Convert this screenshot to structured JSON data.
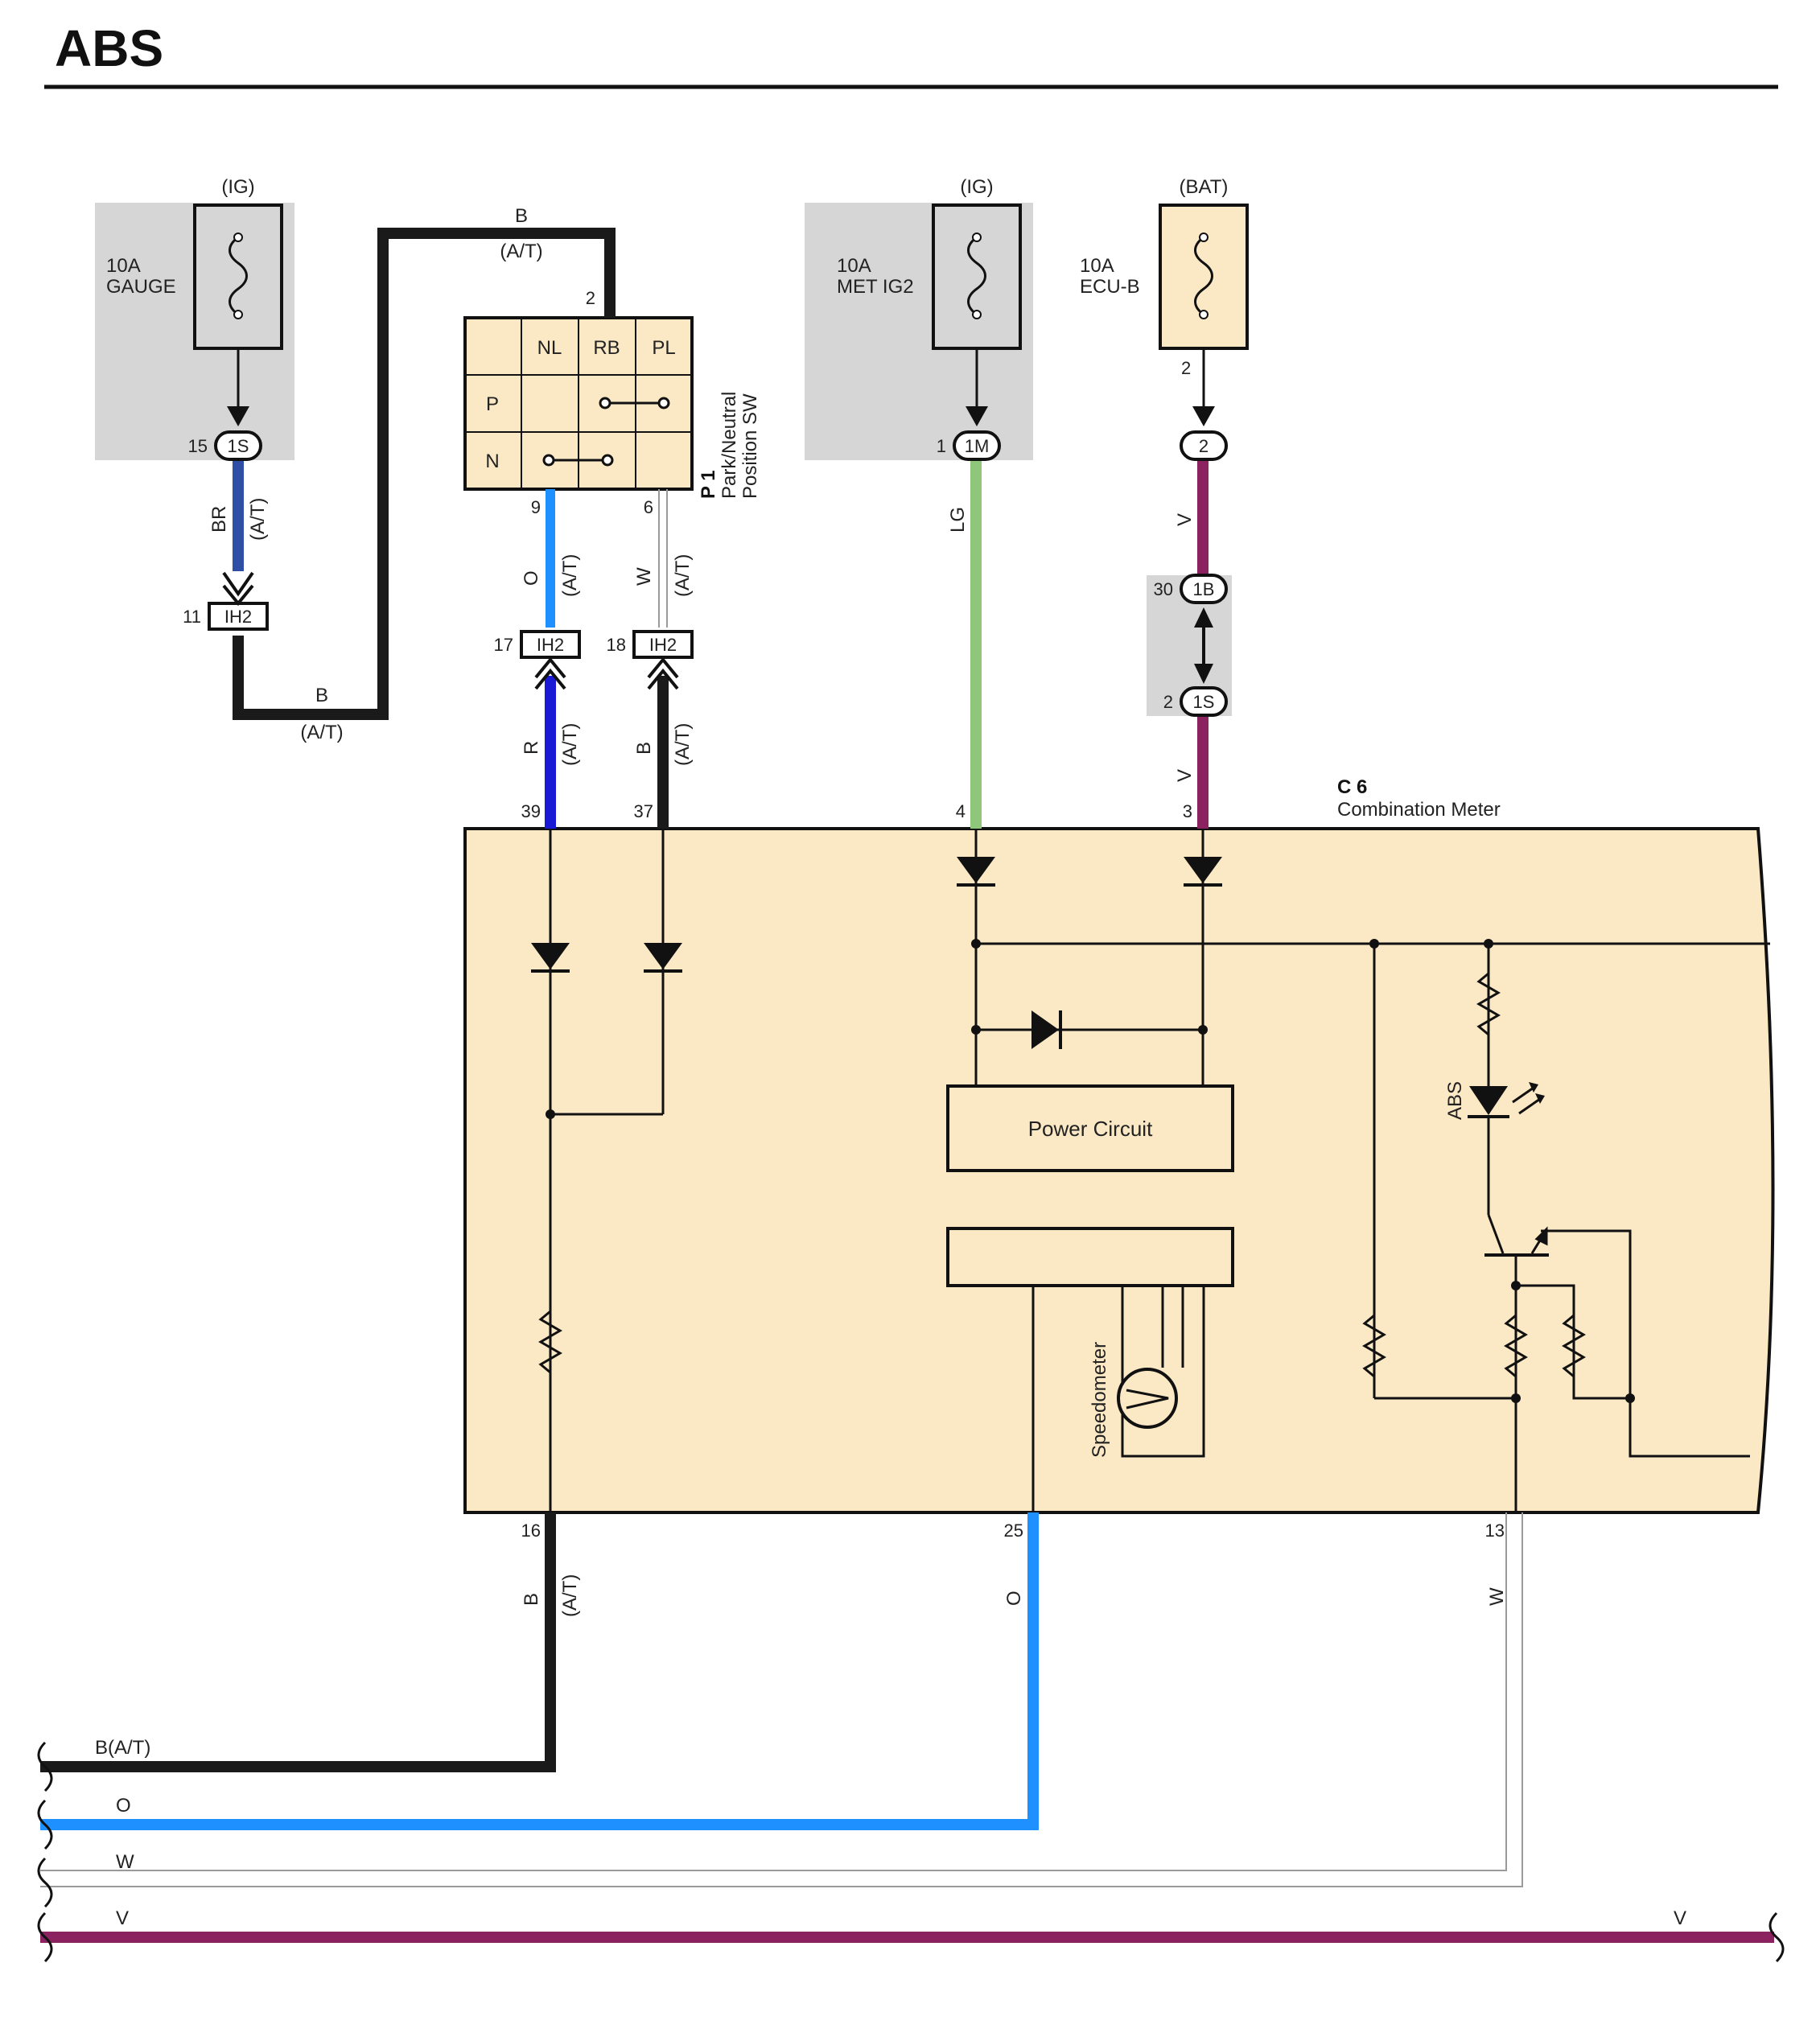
{
  "title": "ABS",
  "fuses": {
    "gauge": {
      "source": "(IG)",
      "rating": "10A",
      "name": "GAUGE"
    },
    "met_ig2": {
      "source": "(IG)",
      "rating": "10A",
      "name": "MET IG2"
    },
    "ecu_b": {
      "source": "(BAT)",
      "rating": "10A",
      "name": "ECU-B",
      "pin": "2"
    }
  },
  "connectors": {
    "c1s_gauge": {
      "code": "1S",
      "pin": "15"
    },
    "c1m": {
      "code": "1M",
      "pin": "1"
    },
    "c2_ecu": {
      "code": "2"
    },
    "c1b": {
      "code": "1B",
      "pin": "30"
    },
    "c1s_lower": {
      "code": "1S",
      "pin": "2"
    },
    "ih2_11": {
      "code": "IH2",
      "pin": "11"
    },
    "ih2_17": {
      "code": "IH2",
      "pin": "17"
    },
    "ih2_18": {
      "code": "IH2",
      "pin": "18"
    }
  },
  "park_neutral_sw": {
    "id": "P 1",
    "name_line1": "Park/Neutral",
    "name_line2": "Position SW",
    "pin_top": "2",
    "pin_9": "9",
    "pin_6": "6",
    "columns": [
      "NL",
      "RB",
      "PL"
    ],
    "rows": [
      "P",
      "N"
    ]
  },
  "combination_meter": {
    "id": "C 6",
    "name": "Combination Meter",
    "pins": {
      "p39": "39",
      "p37": "37",
      "p4": "4",
      "p3": "3",
      "p16": "16",
      "p25": "25",
      "p13": "13"
    },
    "power_circuit": "Power Circuit",
    "speedometer": "Speedometer",
    "abs_lamp": "ABS"
  },
  "wires": {
    "b_top": "B",
    "at": "(A/T)",
    "b_bottom": "B",
    "br": "BR",
    "o": "O",
    "w": "W",
    "r": "R",
    "b": "B",
    "lg": "LG",
    "v": "V"
  },
  "buses": {
    "b_at": "B(A/T)",
    "o": "O",
    "w": "W",
    "v": "V",
    "v_right": "V"
  },
  "colors": {
    "black": "#1a1a1a",
    "br": "#2f4fa6",
    "orange_o": "#1e90ff",
    "red_r": "#1a1ad6",
    "white_w": "#9a9a9a",
    "lg": "#8fc77a",
    "violet": "#8b2360",
    "component": "#fbe8c5",
    "shade": "#d6d6d6"
  }
}
